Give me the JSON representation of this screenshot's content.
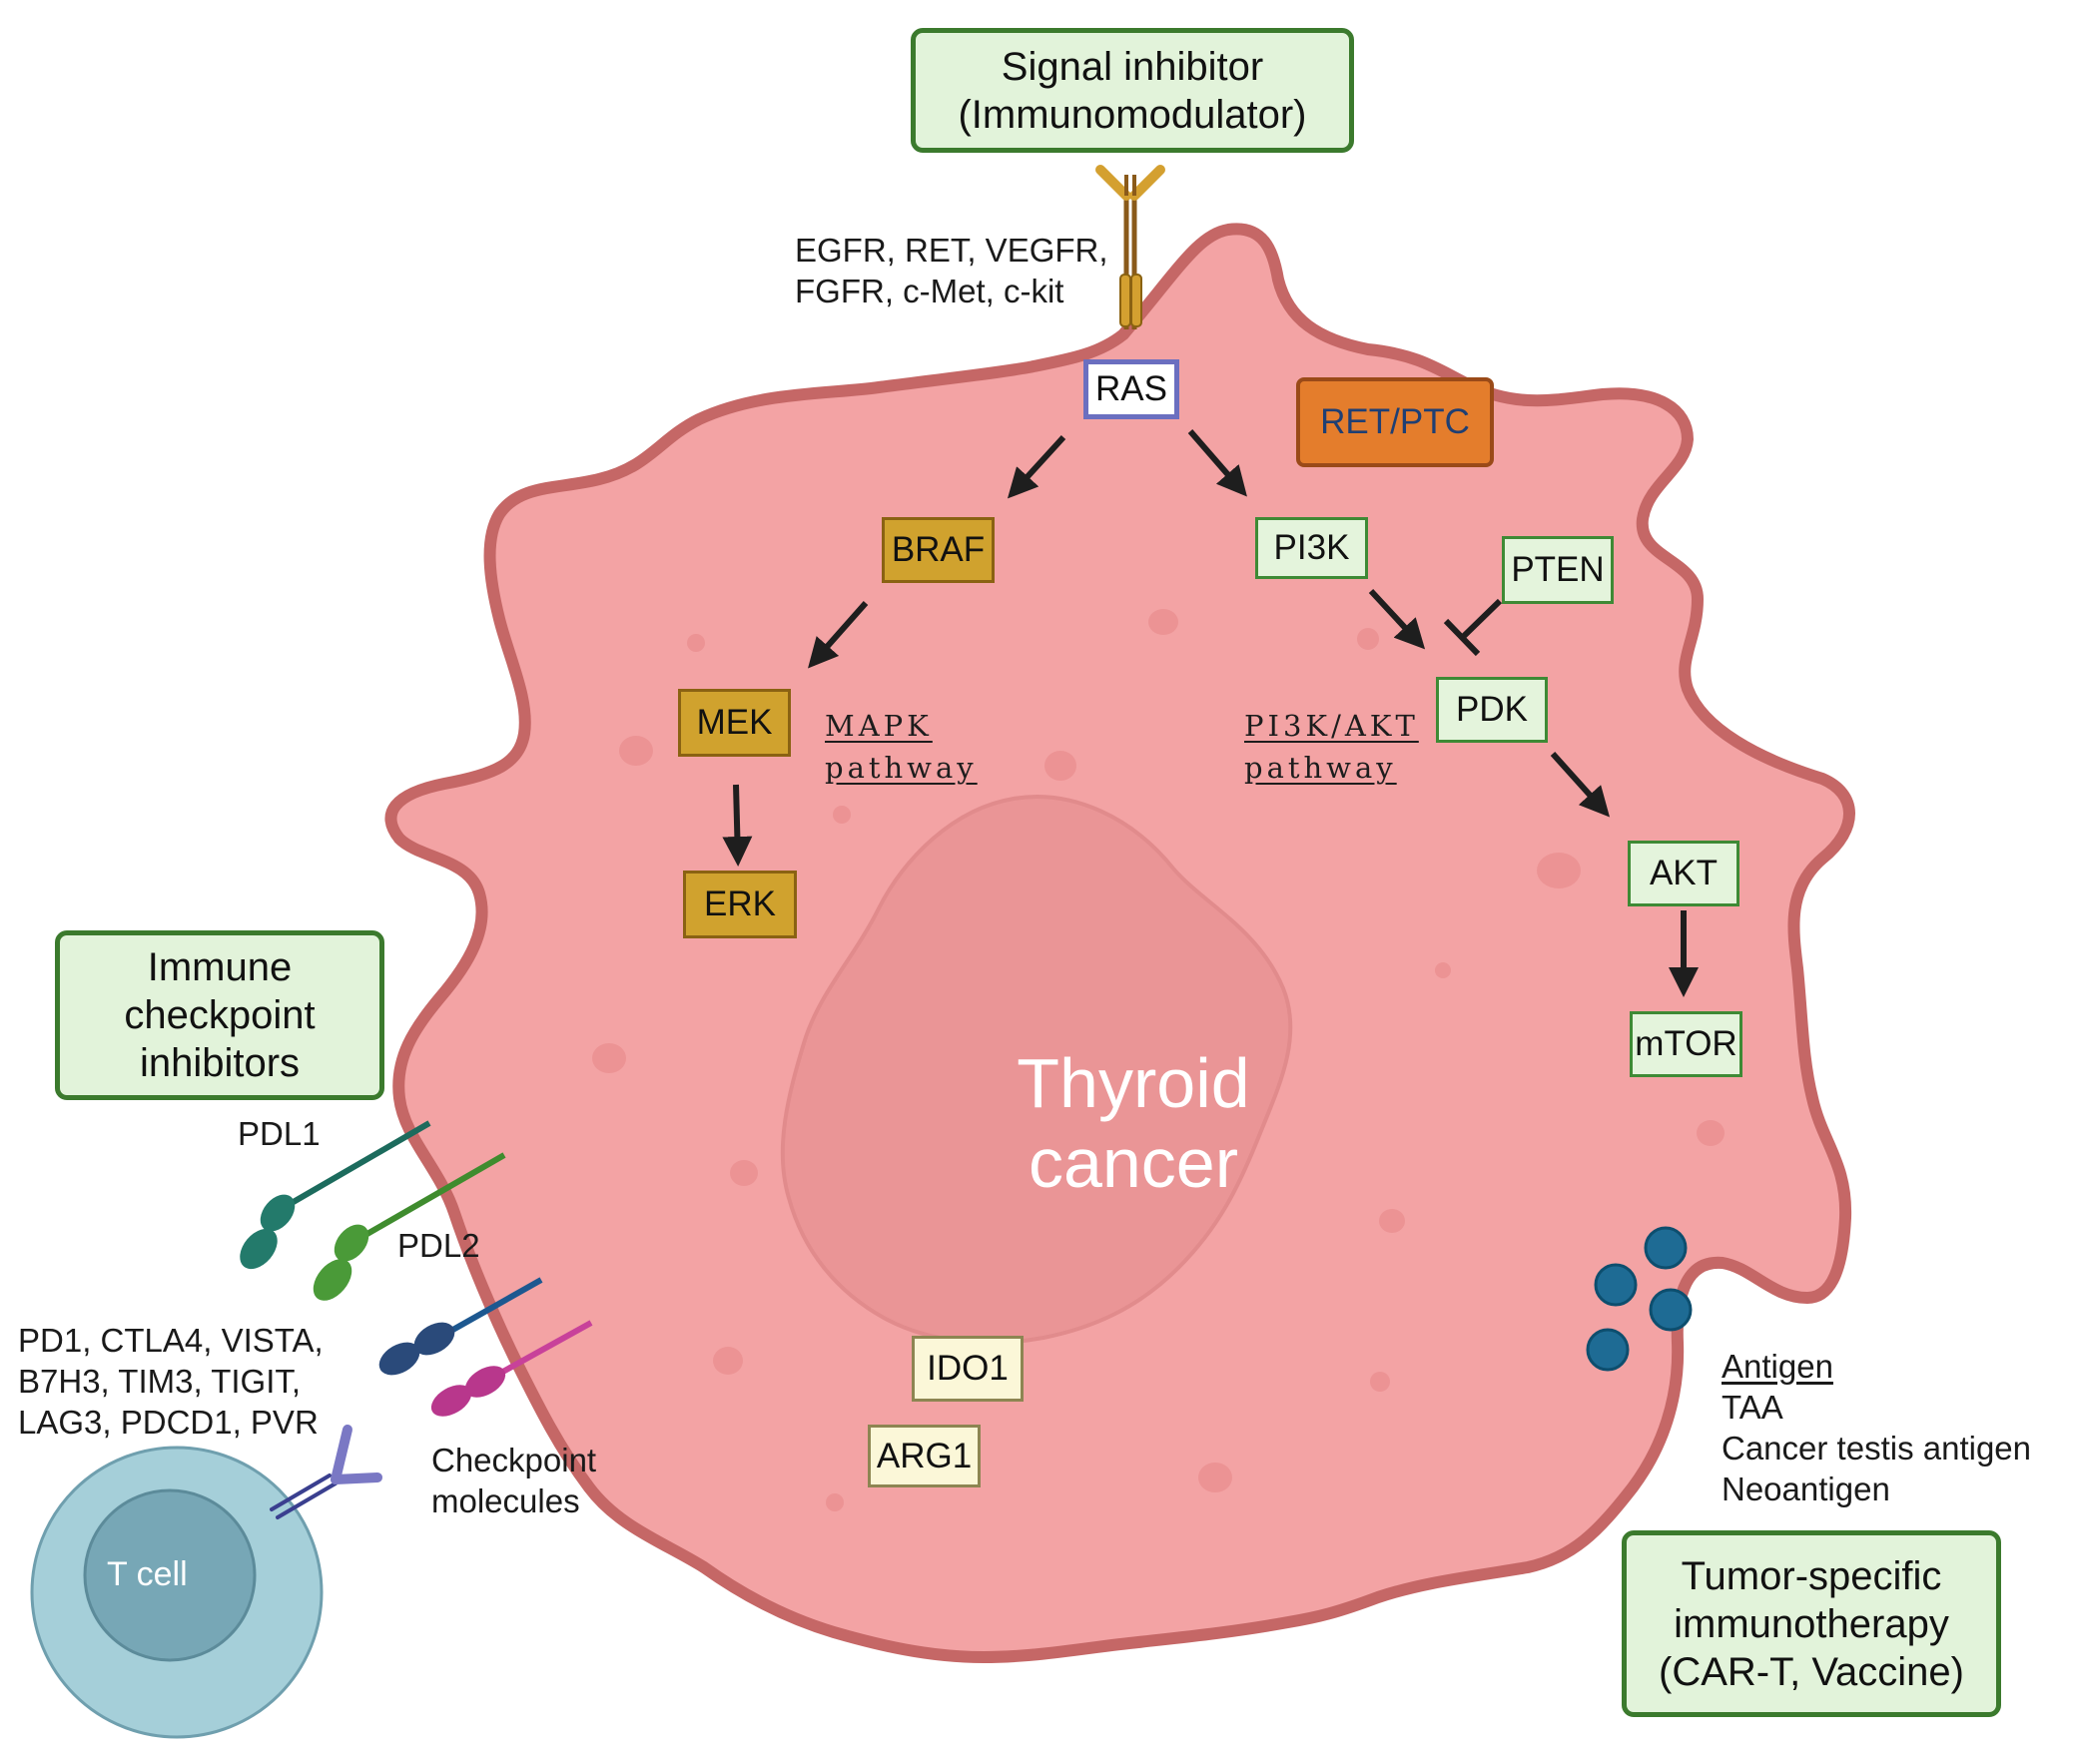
{
  "boxes": {
    "signal_inhibitor": [
      "Signal inhibitor",
      "(Immunomodulator)"
    ],
    "immune_checkpoint": [
      "Immune",
      "checkpoint",
      "inhibitors"
    ],
    "tumor_specific": [
      "Tumor-specific",
      "immunotherapy",
      "(CAR-T, Vaccine)"
    ]
  },
  "receptors": [
    "EGFR, RET, VEGFR,",
    "FGFR, c-Met, c-kit"
  ],
  "nodes": {
    "ras": "RAS",
    "ret_ptc": "RET/PTC",
    "braf": "BRAF",
    "mek": "MEK",
    "erk": "ERK",
    "pi3k": "PI3K",
    "pten": "PTEN",
    "pdk": "PDK",
    "akt": "AKT",
    "mtor": "mTOR",
    "ido1": "IDO1",
    "arg1": "ARG1"
  },
  "pathways": {
    "mapk": [
      "MAPK",
      "pathway"
    ],
    "pi3k_akt": [
      "PI3K/AKT",
      "pathway"
    ]
  },
  "cell_label": [
    "Thyroid",
    "cancer"
  ],
  "checkpoint": {
    "pdl1": "PDL1",
    "pdl2": "PDL2",
    "receptors": [
      "PD1, CTLA4, VISTA,",
      "B7H3, TIM3, TIGIT,",
      "LAG3, PDCD1, PVR"
    ],
    "molecules": [
      "Checkpoint",
      "molecules"
    ]
  },
  "t_cell": "T cell",
  "antigen": {
    "heading": "Antigen",
    "items": [
      "TAA",
      "Cancer testis antigen",
      "Neoantigen"
    ]
  },
  "colors": {
    "cell_fill": "#f3a3a4",
    "cell_border": "#c56766",
    "nucleus": "#ea9596",
    "box_border": "#3b7a2d",
    "box_fill": "#e2f3da",
    "ret_ptc": "#e47d2c",
    "gold": "#d0a22e",
    "t_cell_outer": "#a5cfd9",
    "t_cell_inner": "#77a7b6",
    "antigen_dot": "#1e6b94"
  }
}
